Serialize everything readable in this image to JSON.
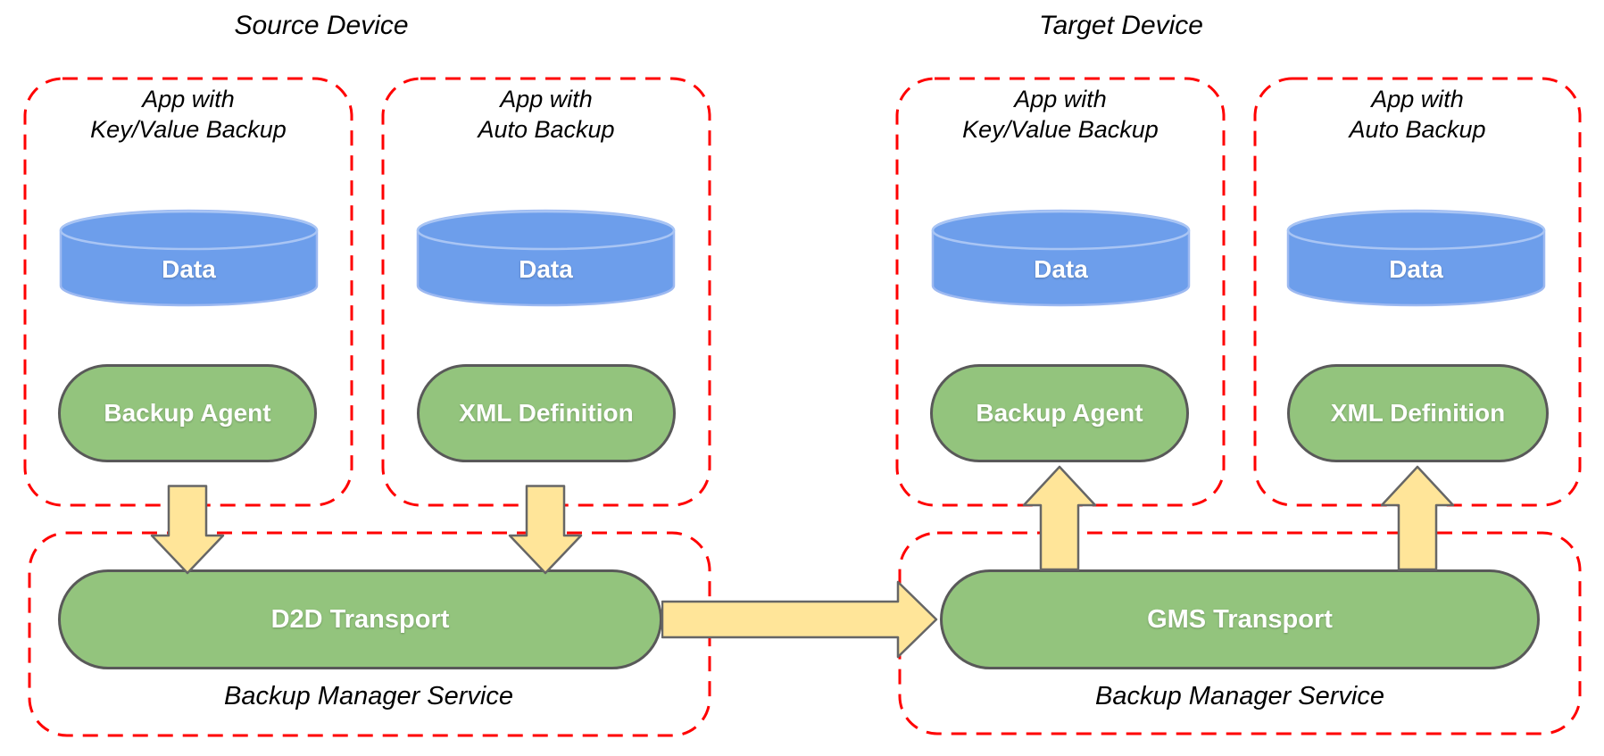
{
  "source": {
    "title": "Source Device",
    "apps": [
      {
        "name_line1": "App with",
        "name_line2": "Key/Value Backup",
        "data_store": "Data",
        "component": "Backup Agent"
      },
      {
        "name_line1": "App with",
        "name_line2": "Auto Backup",
        "data_store": "Data",
        "component": "XML Definition"
      }
    ],
    "backup_manager": {
      "transport": "D2D Transport",
      "label": "Backup Manager Service"
    }
  },
  "target": {
    "title": "Target Device",
    "apps": [
      {
        "name_line1": "App with",
        "name_line2": "Key/Value Backup",
        "data_store": "Data",
        "component": "Backup Agent"
      },
      {
        "name_line1": "App with",
        "name_line2": "Auto Backup",
        "data_store": "Data",
        "component": "XML Definition"
      }
    ],
    "backup_manager": {
      "transport": "GMS Transport",
      "label": "Backup Manager Service"
    }
  },
  "colors": {
    "cylinder_blue": "#6d9eeb",
    "cylinder_stroke": "#9db9f1",
    "component_green": "#93c47d",
    "component_border": "#595959",
    "arrow_yellow": "#ffe599",
    "arrow_border": "#666666",
    "boundary_red": "#ff0000",
    "shape_text": "#ffffff",
    "label_text": "#000000"
  }
}
